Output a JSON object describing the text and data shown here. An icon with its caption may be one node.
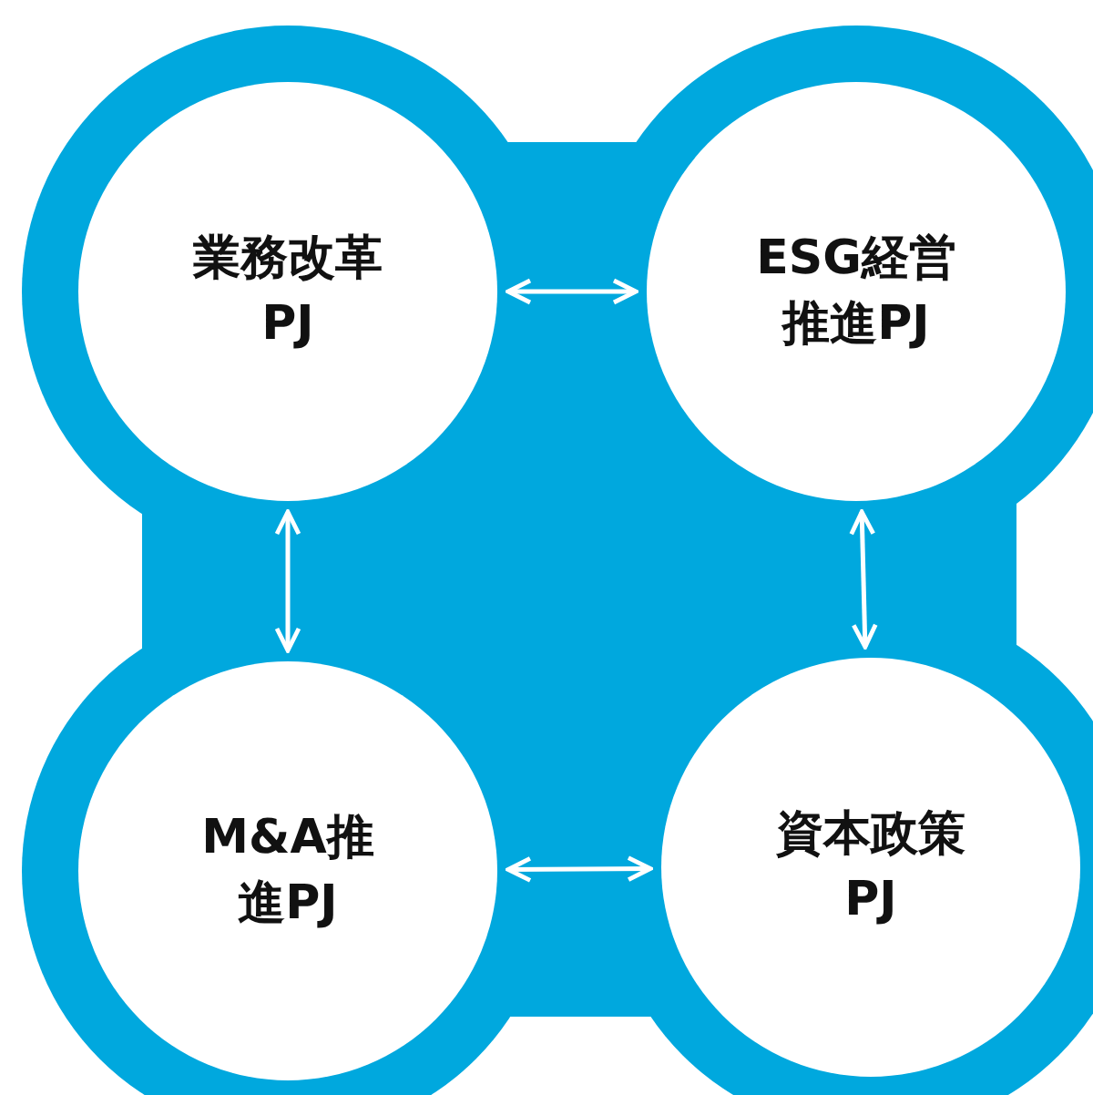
{
  "diagram": {
    "nodes": [
      {
        "text": [
          "業務改革PJ"
        ]
      },
      {
        "text": [
          "ESG経営推進PJ"
        ]
      },
      {
        "text": [
          "M&A推進PJ"
        ]
      },
      {
        "text": [
          "資本政策PJ"
        ]
      }
    ],
    "edges": [
      {
        "from": 0,
        "to": 1,
        "arrow": "both"
      },
      {
        "from": 0,
        "to": 2,
        "arrow": "both"
      },
      {
        "from": 1,
        "to": 3,
        "arrow": "both"
      },
      {
        "from": 2,
        "to": 3,
        "arrow": "both"
      }
    ]
  }
}
